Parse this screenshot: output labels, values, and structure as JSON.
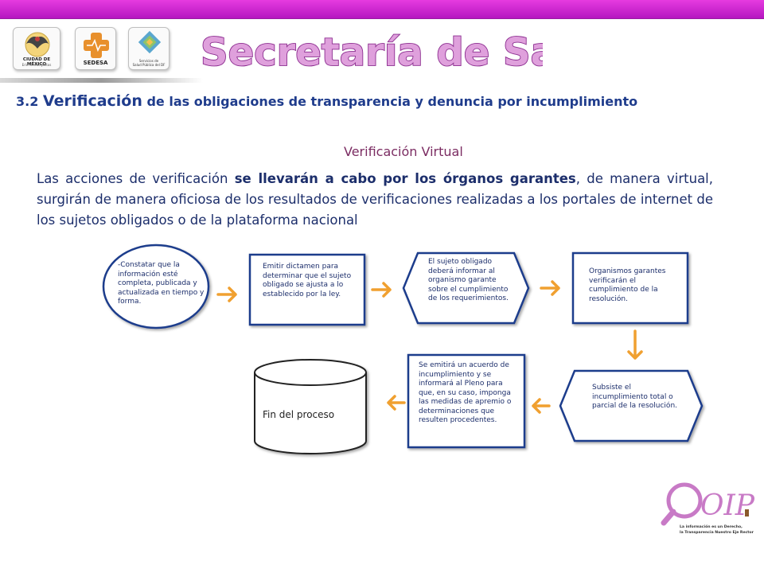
{
  "header": {
    "title": "Secretaría de Salud",
    "logos": [
      {
        "name": "cdmx-logo",
        "text_line1": "CIUDAD DE MÉXICO",
        "text_line2": "Eric Alfredo Juntos"
      },
      {
        "name": "sedesa-logo",
        "text": "SEDESA"
      },
      {
        "name": "sspdf-logo",
        "text_line1": "Servicios de",
        "text_line2": "Salud Pública del DF"
      }
    ]
  },
  "section": {
    "number": "3.2",
    "title_big": "Verificación",
    "title_rest": "de las obligaciones de transparencia y denuncia por incumplimiento"
  },
  "subtitle": "Verificación Virtual",
  "paragraph": {
    "part1": "Las acciones de verificación",
    "bold": "se llevarán a cabo por los órganos garantes",
    "part2": ", de manera virtual, surgirán de manera oficiosa de los resultados de verificaciones realizadas a los portales de internet de los sujetos obligados o de la plataforma nacional"
  },
  "flow": {
    "step1": "-Constatar que la información esté completa, publicada y actualizada en tiempo y forma.",
    "step2": "Emitir dictamen para determinar que el sujeto obligado se ajusta a lo establecido por la ley.",
    "step3": "El sujeto obligado deberá informar al organismo garante sobre el cumplimiento de los requerimientos.",
    "step4": "Organismos garantes verificarán el cumplimiento de la resolución.",
    "step5": "Subsiste el incumplimiento total o parcial de la resolución.",
    "step6": "Se emitirá un acuerdo de incumplimiento y se informará al Pleno para que, en su caso, imponga las medidas de apremio o determinaciones que resulten procedentes.",
    "end": "Fin del proceso"
  },
  "footer_logo": {
    "letters": "OIP",
    "tagline_line1": "La información es un Derecho,",
    "tagline_line2": "la Transparencia Nuestro Eje Rector"
  },
  "colors": {
    "top_bar": "#cc22cc",
    "heading": "#1f3c8c",
    "subtitle": "#7b2c62",
    "node_border": "#1f3c8c",
    "arrow": "#f0a030",
    "title_fill": "#d98ad6",
    "title_stroke": "#8b2c8f"
  }
}
